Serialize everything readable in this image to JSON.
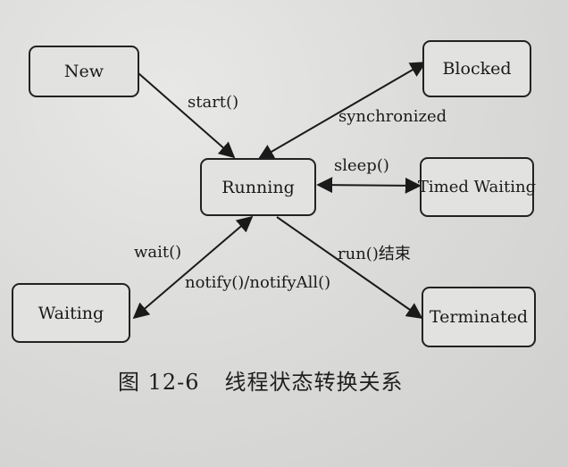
{
  "nodes": {
    "new": "New",
    "blocked": "Blocked",
    "running": "Running",
    "timed_waiting": "Timed Waiting",
    "waiting": "Waiting",
    "terminated": "Terminated"
  },
  "edges": {
    "start": "start()",
    "synchronized": "synchronized",
    "sleep": "sleep()",
    "wait": "wait()",
    "notify": "notify()/notifyAll()",
    "run_end": "run()结束"
  },
  "caption": {
    "figure_number": "图 12-6",
    "title": "线程状态转换关系"
  }
}
